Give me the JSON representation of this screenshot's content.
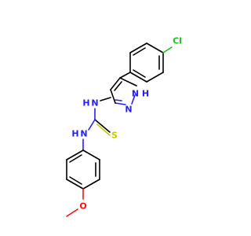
{
  "colors": {
    "background": "#ffffff",
    "bond": "#000000",
    "nitrogen": "#2121ff",
    "sulfur": "#c8c800",
    "chlorine": "#1fbf1f",
    "oxygen": "#ff0d0d"
  },
  "atoms": {
    "cl": "Cl",
    "nh_pyrazole": "N H",
    "n_pyrazole": "N",
    "nh_link1_n": "N",
    "nh_link1_h": "H",
    "s": "S",
    "nh_link2_n": "N",
    "nh_link2_h": "H",
    "o": "O"
  }
}
